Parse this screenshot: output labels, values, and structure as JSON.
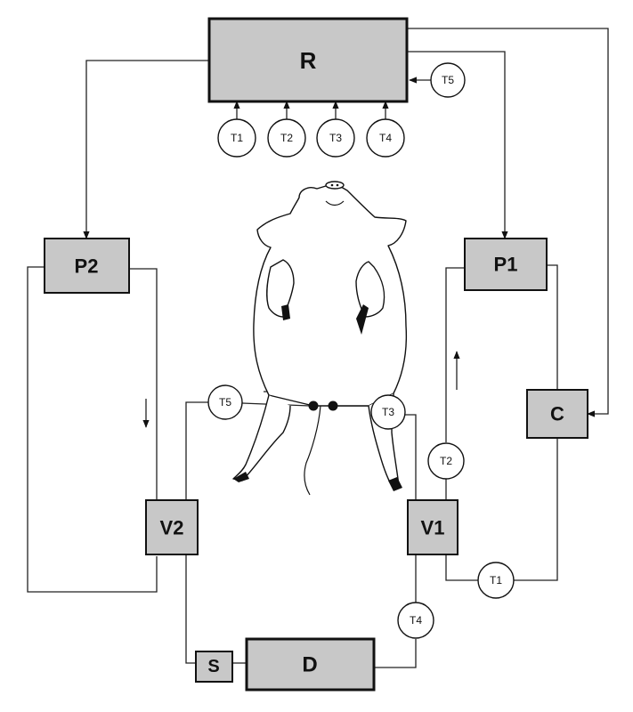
{
  "components": {
    "R": "R",
    "P1": "P1",
    "P2": "P2",
    "C": "C",
    "V1": "V1",
    "V2": "V2",
    "D": "D",
    "S": "S"
  },
  "sensors": {
    "r_T1": "T1",
    "r_T2": "T2",
    "r_T3": "T3",
    "r_T4": "T4",
    "r_T5": "T5",
    "loop_T1": "T1",
    "loop_T2": "T2",
    "loop_T3": "T3",
    "loop_T4": "T4",
    "loop_T5": "T5"
  },
  "colors": {
    "box_fill": "#c8c8c8",
    "line": "#222222"
  }
}
